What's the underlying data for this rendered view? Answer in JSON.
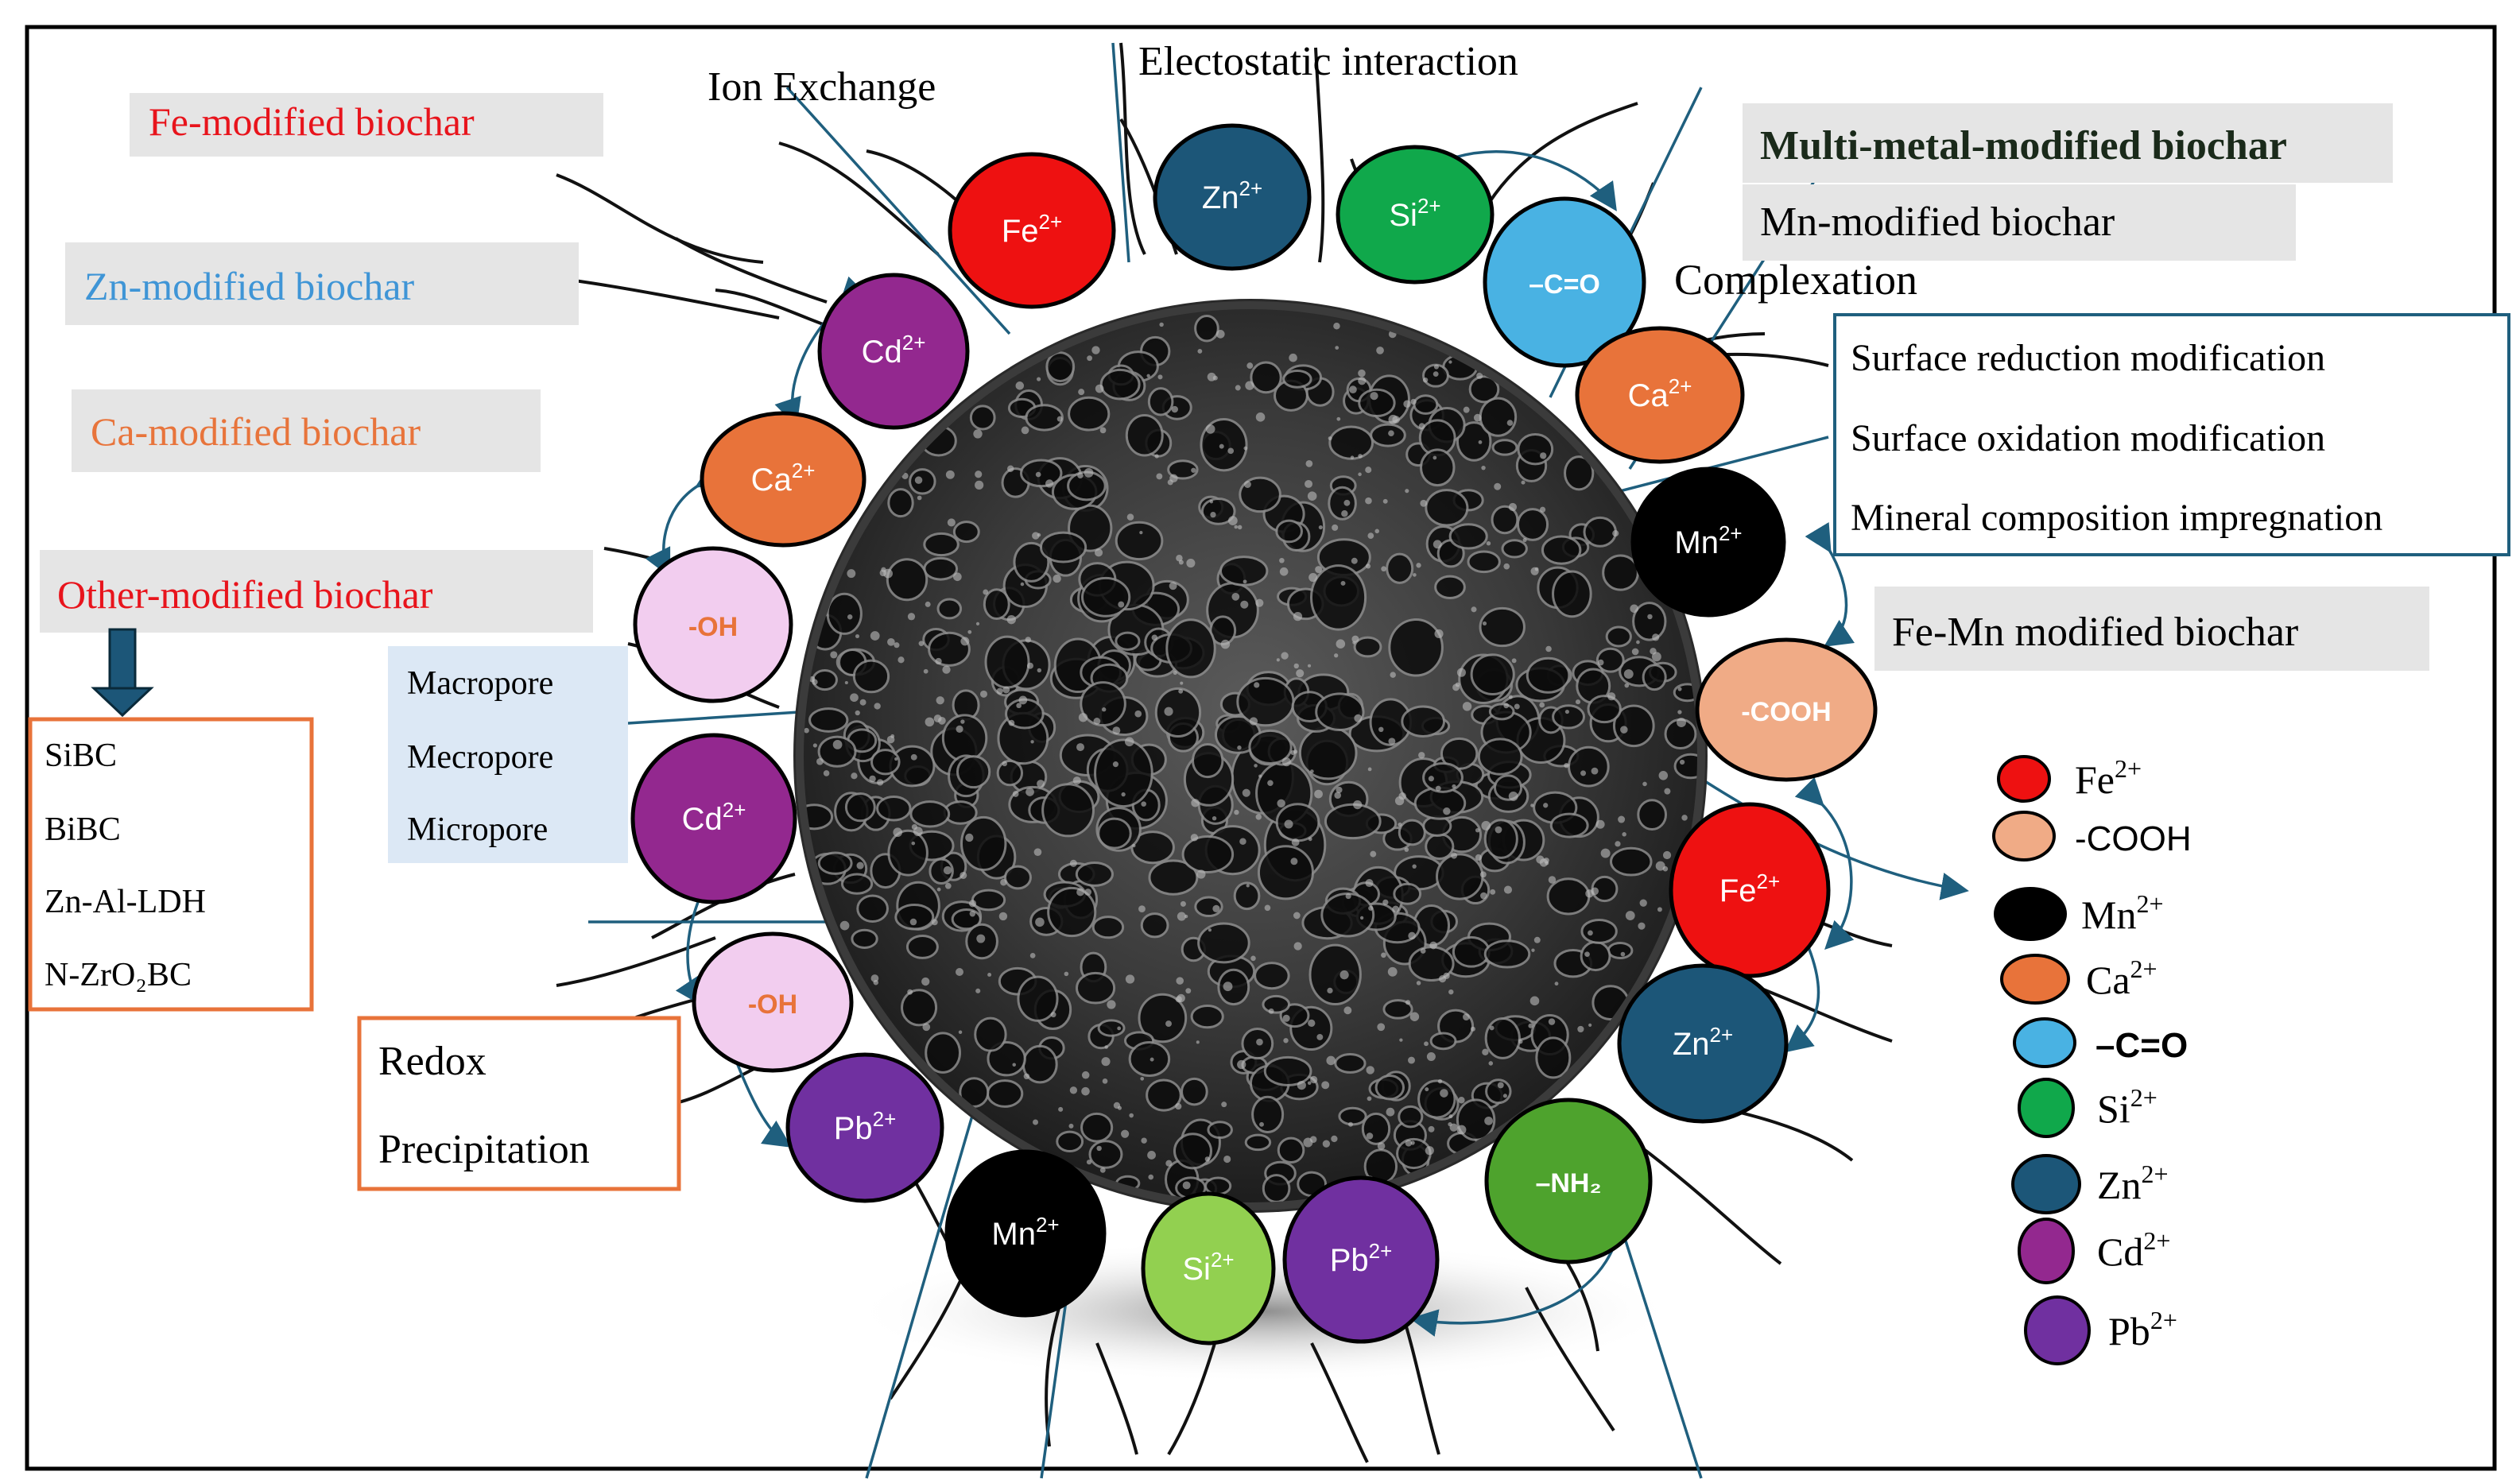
{
  "modifications_left": [
    {
      "label": "Fe-modified biochar",
      "color": "#e8141c"
    },
    {
      "label": "Zn-modified biochar",
      "color": "#3f95d6"
    },
    {
      "label": "Ca-modified biochar",
      "color": "#e8743b"
    },
    {
      "label": "Other-modified biochar",
      "color": "#e8141c"
    }
  ],
  "other_biochar_list": [
    "SiBC",
    "BiBC",
    "Zn-Al-LDH",
    "N-ZrO₂BC"
  ],
  "pores": [
    "Macropore",
    "Mecropore",
    "Micropore"
  ],
  "mechanisms": {
    "ion_exchange": "Ion Exchange",
    "electrostatic": "Electostatic interaction",
    "complexation": "Complexation",
    "redox": "Redox",
    "precipitation": "Precipitation"
  },
  "modifications_right": {
    "multi_metal": "Multi-metal-modified biochar",
    "mn": "Mn-modified biochar",
    "fe_mn": "Fe-Mn modified biochar"
  },
  "surface_methods": [
    "Surface reduction modification",
    "Surface oxidation modification",
    "Mineral composition impregnation"
  ],
  "circles": [
    {
      "name": "fe-circle-top",
      "label": "Fe",
      "sup": "2+",
      "color": "#ee1111",
      "text_color": "#ffffff"
    },
    {
      "name": "zn-circle-top",
      "label": "Zn",
      "sup": "2+",
      "color": "#1c5678",
      "text_color": "#ffffff"
    },
    {
      "name": "si-circle-top",
      "label": "Si",
      "sup": "2+",
      "color": "#10a84b",
      "text_color": "#ffffff"
    },
    {
      "name": "carbonyl-circle-top",
      "label": "–C=O",
      "sup": "",
      "color": "#49b2e3",
      "text_color": "#ffffff"
    },
    {
      "name": "ca-circle-right",
      "label": "Ca",
      "sup": "2+",
      "color": "#e8733a",
      "text_color": "#ffffff"
    },
    {
      "name": "mn-circle-right",
      "label": "Mn",
      "sup": "2+",
      "color": "#000000",
      "text_color": "#ffffff"
    },
    {
      "name": "cooh-circle-right",
      "label": "-COOH",
      "sup": "",
      "color": "#f0ab86",
      "text_color": "#ffffff"
    },
    {
      "name": "fe-circle-right",
      "label": "Fe",
      "sup": "2+",
      "color": "#ee1111",
      "text_color": "#ffffff"
    },
    {
      "name": "zn-circle-right",
      "label": "Zn",
      "sup": "2+",
      "color": "#1c5678",
      "text_color": "#ffffff"
    },
    {
      "name": "nh2-circle-bottom",
      "label": "–NH₂",
      "sup": "",
      "color": "#4ea32d",
      "text_color": "#ffffff"
    },
    {
      "name": "pb-circle-bottom-right",
      "label": "Pb",
      "sup": "2+",
      "color": "#7030a0",
      "text_color": "#ffffff"
    },
    {
      "name": "si-circle-bottom",
      "label": "Si",
      "sup": "2+",
      "color": "#92d050",
      "text_color": "#ffffff"
    },
    {
      "name": "mn-circle-bottom",
      "label": "Mn",
      "sup": "2+",
      "color": "#000000",
      "text_color": "#ffffff"
    },
    {
      "name": "pb-circle-bottom-left",
      "label": "Pb",
      "sup": "2+",
      "color": "#7030a0",
      "text_color": "#ffffff"
    },
    {
      "name": "oh-circle-bottom-left",
      "label": "-OH",
      "sup": "",
      "color": "#f2cdef",
      "text_color": "#e8733a"
    },
    {
      "name": "cd-circle-left",
      "label": "Cd",
      "sup": "2+",
      "color": "#93288f",
      "text_color": "#ffffff"
    },
    {
      "name": "oh-circle-left",
      "label": "-OH",
      "sup": "",
      "color": "#f2cdef",
      "text_color": "#e8733a"
    },
    {
      "name": "ca-circle-left",
      "label": "Ca",
      "sup": "2+",
      "color": "#e8733a",
      "text_color": "#ffffff"
    },
    {
      "name": "cd-circle-top-left",
      "label": "Cd",
      "sup": "2+",
      "color": "#93288f",
      "text_color": "#ffffff"
    }
  ],
  "legend": [
    {
      "label": "Fe",
      "sup": "2+",
      "color": "#ee1111"
    },
    {
      "label": "-COOH",
      "sup": "",
      "color": "#f0ab86"
    },
    {
      "label": "Mn",
      "sup": "2+",
      "color": "#000000"
    },
    {
      "label": "Ca",
      "sup": "2+",
      "color": "#e8733a"
    },
    {
      "label": "–C=O",
      "sup": "",
      "color": "#49b2e3"
    },
    {
      "label": "Si",
      "sup": "2+",
      "color": "#10a84b"
    },
    {
      "label": "Zn",
      "sup": "2+",
      "color": "#1c5678"
    },
    {
      "label": "Cd",
      "sup": "2+",
      "color": "#93288f"
    },
    {
      "label": "Pb",
      "sup": "2+",
      "color": "#7030a0"
    }
  ],
  "colors": {
    "line_blue": "#1f5f7e",
    "box_orange": "#e8733a",
    "label_gray": "#e5e5e5",
    "pore_box": "#dce8f5"
  }
}
